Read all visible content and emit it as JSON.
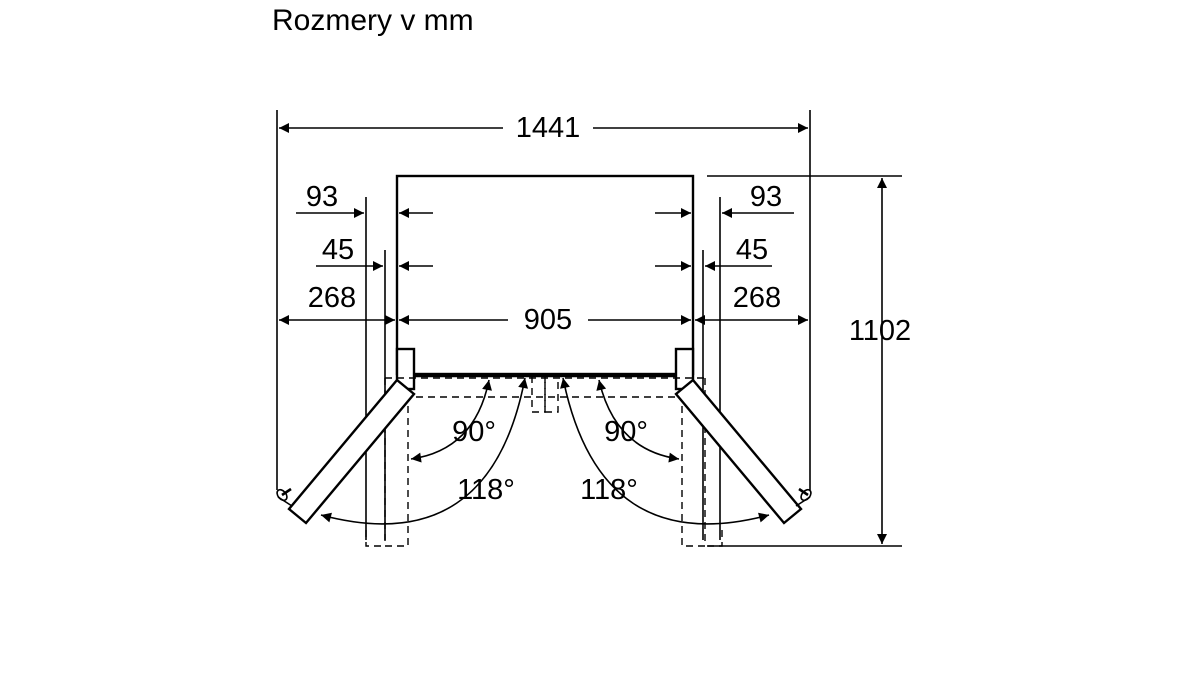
{
  "title": "Rozmery v mm",
  "dimensions": {
    "overall_width": "1441",
    "cabinet_width": "905",
    "height_depth": "1102",
    "left_93": "93",
    "left_45": "45",
    "left_268": "268",
    "right_93": "93",
    "right_45": "45",
    "right_268": "268"
  },
  "angles": {
    "left_90": "90°",
    "left_118": "118°",
    "right_90": "90°",
    "right_118": "118°"
  }
}
